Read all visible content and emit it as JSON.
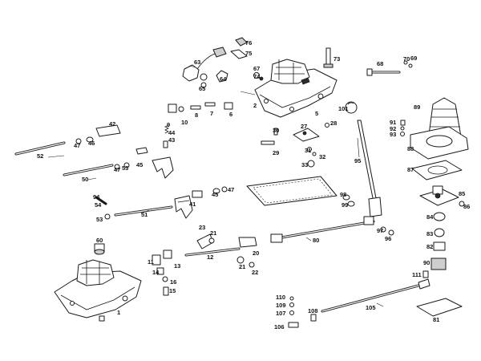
{
  "part_numbers": {
    "n1": "1",
    "n2": "2",
    "n5": "5",
    "n6": "6",
    "n7": "7",
    "n8": "8",
    "n9": "9",
    "n10": "10",
    "n11": "11",
    "n12": "12",
    "n13": "13",
    "n14": "14",
    "n15": "15",
    "n16": "16",
    "n20": "20",
    "n21a": "21",
    "n21b": "21",
    "n22": "22",
    "n23": "23",
    "n27": "27",
    "n28": "28",
    "n29": "29",
    "n30": "30",
    "n31": "31",
    "n32": "32",
    "n33": "33",
    "n41": "41",
    "n42": "42",
    "n43": "43",
    "n44": "44",
    "n45a": "45",
    "n45b": "45",
    "n46": "46",
    "n47a": "47",
    "n47b": "47",
    "n47c": "47",
    "n50": "50",
    "n51": "51",
    "n52": "52",
    "n53a": "53",
    "n53b": "53",
    "n54": "54",
    "n60": "60",
    "n63": "63",
    "n64": "64",
    "n65": "65",
    "n67": "67",
    "n68": "68",
    "n69": "69",
    "n70": "70",
    "n73": "73",
    "n74": "74",
    "n75": "75",
    "n76": "76",
    "n80": "80",
    "n81": "81",
    "n82": "82",
    "n83": "83",
    "n84": "84",
    "n85": "85",
    "n86": "86",
    "n87": "87",
    "n88": "88",
    "n89": "89",
    "n90": "90",
    "n91": "91",
    "n92": "92",
    "n93": "93",
    "n94": "94",
    "n95": "95",
    "n96": "96",
    "n97": "97",
    "n98": "98",
    "n99": "99",
    "n101": "101",
    "n105": "105",
    "n106": "106",
    "n107": "107",
    "n108": "108",
    "n109": "109",
    "n110": "110",
    "n111": "111"
  }
}
